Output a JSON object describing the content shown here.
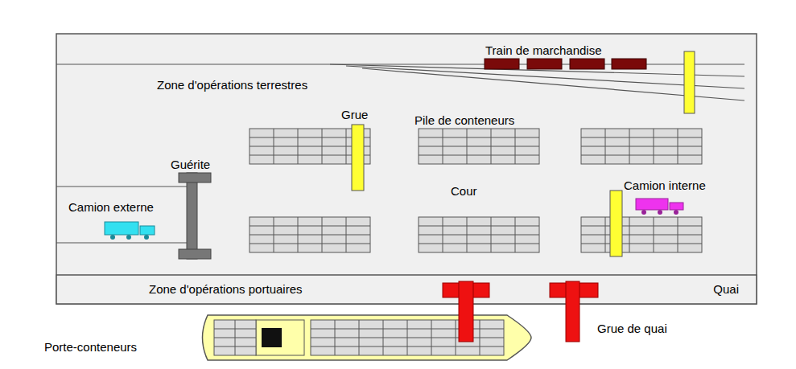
{
  "diagram": {
    "nodes": [
      {
        "text": [
          "Zone d'opérations portuaires",
          "Quai"
        ]
      }
    ],
    "labels": [
      "Train de marchandise",
      "Zone d'opérations terrestres",
      "Grue",
      "Pile de conteneurs",
      "Guérite",
      "Camion externe",
      "Cour",
      "Camion interne",
      "Grue de quai",
      "Porte-conteneurs"
    ]
  }
}
